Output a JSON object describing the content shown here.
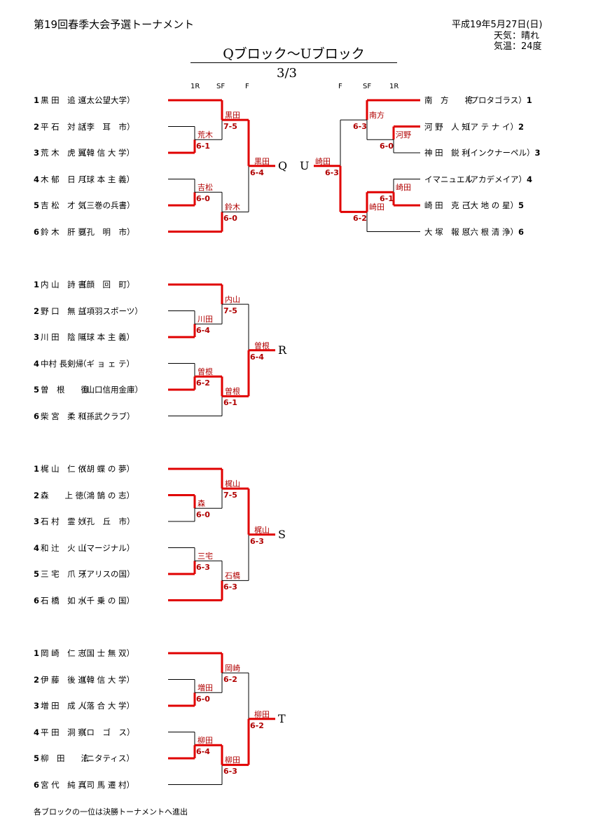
{
  "header": {
    "title": "第19回春季大会予選トーナメント",
    "date": "平成19年5月27日(日)",
    "weather": "天気：晴れ",
    "temperature": "気温：24度",
    "block_title": "Qブロック～Uブロック",
    "page": "3/3",
    "round_labels_left": [
      "1R",
      "SF",
      "F"
    ],
    "round_labels_right": [
      "F",
      "SF",
      "1R"
    ]
  },
  "blocks": [
    {
      "label": "Q",
      "side": "left",
      "players": [
        {
          "seed": "1",
          "name": "黒 田　追 遠",
          "aff": "（太公望大学）"
        },
        {
          "seed": "2",
          "name": "平 石　対 話",
          "aff": "（李　耳　市）"
        },
        {
          "seed": "3",
          "name": "荒 木　虎 翼",
          "aff": "（韓 信 大 学）"
        },
        {
          "seed": "4",
          "name": "木 郁　日 月",
          "aff": "（球 本 主 義）"
        },
        {
          "seed": "5",
          "name": "吉 松　才 気",
          "aff": "（三巻の兵書）"
        },
        {
          "seed": "6",
          "name": "鈴 木　肝 要",
          "aff": "（孔　明　市）"
        }
      ],
      "r1a": {
        "winner": "荒木",
        "score": "6-1"
      },
      "r1b": {
        "winner": "吉松",
        "score": "6-0"
      },
      "sfa": {
        "winner": "黒田",
        "score": "7-5"
      },
      "sfb": {
        "winner": "鈴木",
        "score": "6-0"
      },
      "final": {
        "winner": "黒田",
        "score": "6-4"
      }
    },
    {
      "label": "U",
      "side": "right",
      "players": [
        {
          "seed": "1",
          "name": "南　方　　将",
          "aff": "（プロタゴラス）"
        },
        {
          "seed": "2",
          "name": "河 野　人 知",
          "aff": "（ア テ ナ イ）"
        },
        {
          "seed": "3",
          "name": "神 田　鋭 利",
          "aff": "（インクナーペル）"
        },
        {
          "seed": "4",
          "name": "イマニュエル",
          "aff": "（アカデメイア）"
        },
        {
          "seed": "5",
          "name": "崎 田　克 己",
          "aff": "（大 地 の 星）"
        },
        {
          "seed": "6",
          "name": "大 塚　報 恩",
          "aff": "（六 根 清 浄）"
        }
      ],
      "r1a": {
        "winner": "河野",
        "score": "6-0"
      },
      "r1b": {
        "winner": "崎田",
        "score": "6-1"
      },
      "sfa": {
        "winner": "南方",
        "score": "6-3"
      },
      "sfb": {
        "winner": "崎田",
        "score": "6-2"
      },
      "final": {
        "winner": "崎田",
        "score": "6-3"
      }
    },
    {
      "label": "R",
      "side": "left",
      "players": [
        {
          "seed": "1",
          "name": "内 山　詩 書",
          "aff": "（顔　回　町）"
        },
        {
          "seed": "2",
          "name": "野 口　無 益",
          "aff": "（項羽スポーツ）"
        },
        {
          "seed": "3",
          "name": "川 田　陰 陽",
          "aff": "（球 本 主 義）"
        },
        {
          "seed": "4",
          "name": "中村 長剣帰",
          "aff": "（ギ ョ ェ テ）"
        },
        {
          "seed": "5",
          "name": "曽　根　　御",
          "aff": "（山口信用金庫）"
        },
        {
          "seed": "6",
          "name": "柴 宮　柔 和",
          "aff": "（孫武クラブ）"
        }
      ],
      "r1a": {
        "winner": "川田",
        "score": "6-4"
      },
      "r1b": {
        "winner": "曽根",
        "score": "6-2"
      },
      "sfa": {
        "winner": "内山",
        "score": "7-5"
      },
      "sfb": {
        "winner": "曽根",
        "score": "6-1"
      },
      "final": {
        "winner": "曽根",
        "score": "6-4"
      }
    },
    {
      "label": "S",
      "side": "left",
      "players": [
        {
          "seed": "1",
          "name": "梶 山　仁 依",
          "aff": "（胡 蝶 の 夢）"
        },
        {
          "seed": "2",
          "name": "森　　上 徳",
          "aff": "（鴻 鵠 の 志）"
        },
        {
          "seed": "3",
          "name": "石 村　霊 妙",
          "aff": "（孔　丘　市）"
        },
        {
          "seed": "4",
          "name": "和 辻　火 山",
          "aff": "（マージナル）"
        },
        {
          "seed": "5",
          "name": "三 宅　爪 牙",
          "aff": "（アリスの国）"
        },
        {
          "seed": "6",
          "name": "石 橋　如 水",
          "aff": "（千 乗 の 国）"
        }
      ],
      "r1a": {
        "winner": "森",
        "score": "6-0"
      },
      "r1b": {
        "winner": "三宅",
        "score": "6-3"
      },
      "sfa": {
        "winner": "梶山",
        "score": "7-5"
      },
      "sfb": {
        "winner": "石橋",
        "score": "6-3"
      },
      "final": {
        "winner": "梶山",
        "score": "6-3"
      }
    },
    {
      "label": "T",
      "side": "left",
      "players": [
        {
          "seed": "1",
          "name": "岡 崎　仁 志",
          "aff": "（国 士 無 双）"
        },
        {
          "seed": "2",
          "name": "伊 藤　後 進",
          "aff": "（韓 信 大 学）"
        },
        {
          "seed": "3",
          "name": "増 田　成 人",
          "aff": "（落 合 大 学）"
        },
        {
          "seed": "4",
          "name": "平 田　洞 察",
          "aff": "（ロ　ゴ　ス）"
        },
        {
          "seed": "5",
          "name": "柳　田　　法",
          "aff": "（ニタティス）"
        },
        {
          "seed": "6",
          "name": "宮 代　純 真",
          "aff": "（司 馬 遷 村）"
        }
      ],
      "r1a": {
        "winner": "増田",
        "score": "6-0"
      },
      "r1b": {
        "winner": "柳田",
        "score": "6-4"
      },
      "sfa": {
        "winner": "岡崎",
        "score": "6-2"
      },
      "sfb": {
        "winner": "柳田",
        "score": "6-3"
      },
      "final": {
        "winner": "柳田",
        "score": "6-2"
      }
    }
  ],
  "footer": "各ブロックの一位は決勝トーナメントへ進出",
  "colors": {
    "winner_line": "#e00000",
    "loser_line": "#000000",
    "label_text": "#b00000"
  }
}
